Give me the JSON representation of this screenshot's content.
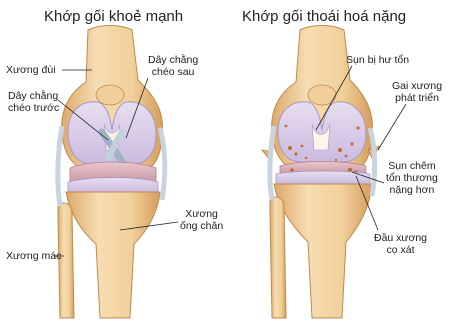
{
  "healthy": {
    "title": "Khớp gối khoẻ mạnh",
    "labels": {
      "femur": "Xương đùi",
      "pcl_1": "Dây chằng",
      "pcl_2": "chéo sau",
      "acl_1": "Dây chằng",
      "acl_2": "chéo trước",
      "tibia_1": "Xương",
      "tibia_2": "ống chân",
      "fibula": "Xương mác"
    }
  },
  "arthritic": {
    "title": "Khớp gối thoái hoá nặng",
    "labels": {
      "worn_cartilage": "Sụn bị hư tổn",
      "spur_1": "Gai xương",
      "spur_2": "phát triển",
      "meniscus_1": "Sụn chêm",
      "meniscus_2": "tổn thương",
      "meniscus_3": "nặng hơn",
      "bone_end_1": "Đầu xương",
      "bone_end_2": "cọ xát"
    }
  },
  "colors": {
    "bone": "#f3d6a7",
    "bone_shade": "#d9a96a",
    "cartilage": "#ddd2ea",
    "cartilage_edge": "#a996c4",
    "ligament": "#b8c6d3",
    "damage": "#c46a2e",
    "leader": "#222222"
  }
}
